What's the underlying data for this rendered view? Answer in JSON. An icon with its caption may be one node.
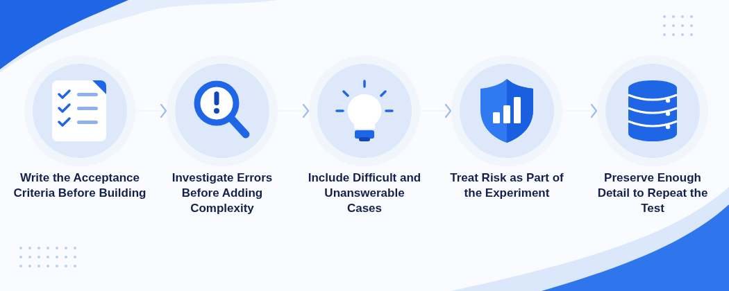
{
  "diagram": {
    "nodes": [
      {
        "text": [
          "Write the Acceptance Criteria Before Building"
        ]
      },
      {
        "text": [
          "Investigate Errors Before Adding Complexity"
        ]
      },
      {
        "text": [
          "Include Difficult and Unanswerable Cases"
        ]
      },
      {
        "text": [
          "Treat Risk as Part of the Experiment"
        ]
      },
      {
        "text": [
          "Preserve Enough Detail to Repeat the Test"
        ]
      }
    ],
    "edges": [
      {
        "from": 0,
        "to": 1,
        "arrow": "to"
      },
      {
        "from": 1,
        "to": 2,
        "arrow": "to"
      },
      {
        "from": 2,
        "to": 3,
        "arrow": "to"
      },
      {
        "from": 3,
        "to": 4,
        "arrow": "to"
      }
    ]
  }
}
